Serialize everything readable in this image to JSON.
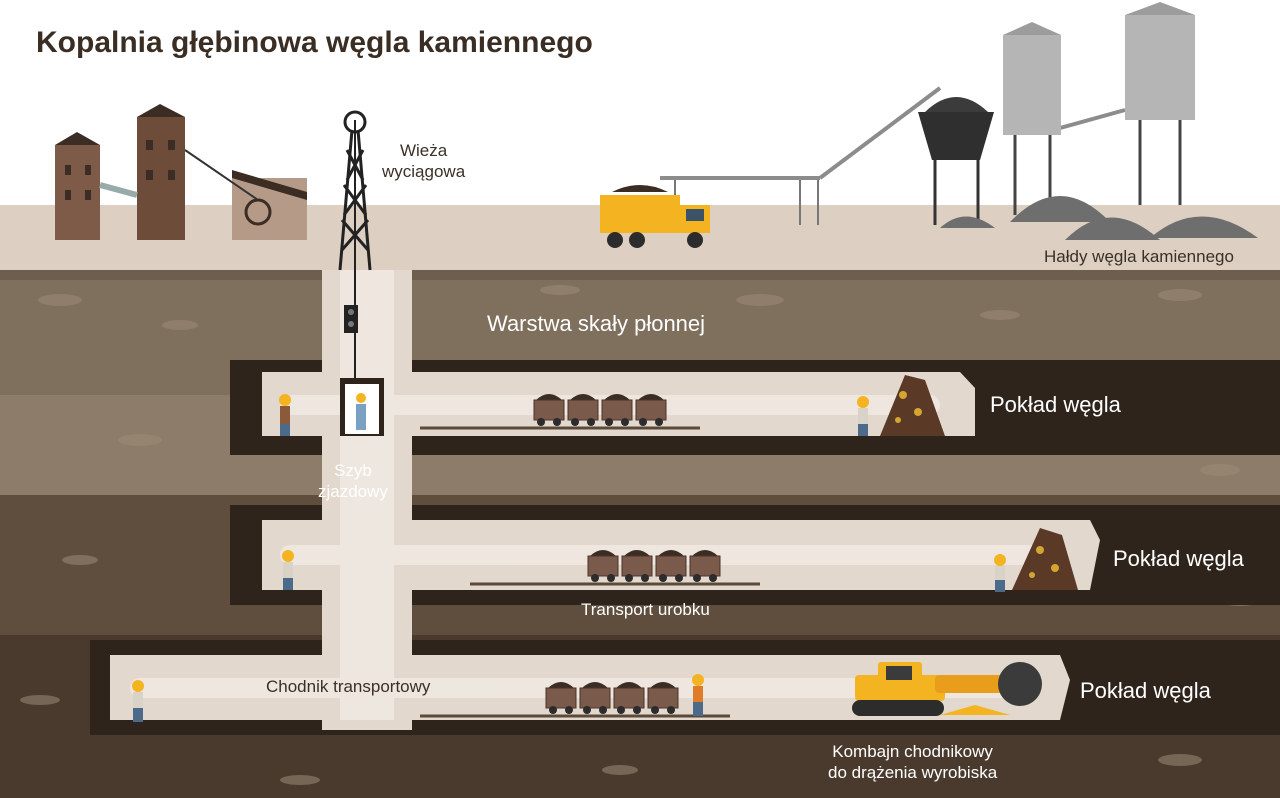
{
  "title": "Kopalnia głębinowa węgla kamiennego",
  "labels": {
    "headframe": [
      "Wieża",
      "wyciągowa"
    ],
    "coal_heaps": "Hałdy węgla kamiennego",
    "waste_rock": "Warstwa skały płonnej",
    "shaft": [
      "Szyb",
      "zjazdowy"
    ],
    "seam_1": "Pokład węgla",
    "seam_2": "Pokład węgla",
    "seam_3": "Pokład węgla",
    "haulage": "Transport urobku",
    "transport_gallery": "Chodnik transportowy",
    "roadheader": [
      "Kombajn chodnikowy",
      "do drążenia wyrobiska"
    ]
  },
  "colors": {
    "ground_surface": "#ddd0c3",
    "rock_layer_1": "#7f6f5d",
    "rock_layer_2": "#6b5a49",
    "rock_layer_3": "#4f3f31",
    "coal_seam": "#2f241c",
    "tunnel": "#e2d8ce",
    "truck_yellow": "#f4b320",
    "silo_grey": "#b5b5b5",
    "coal_heap": "#6e6e6e"
  }
}
